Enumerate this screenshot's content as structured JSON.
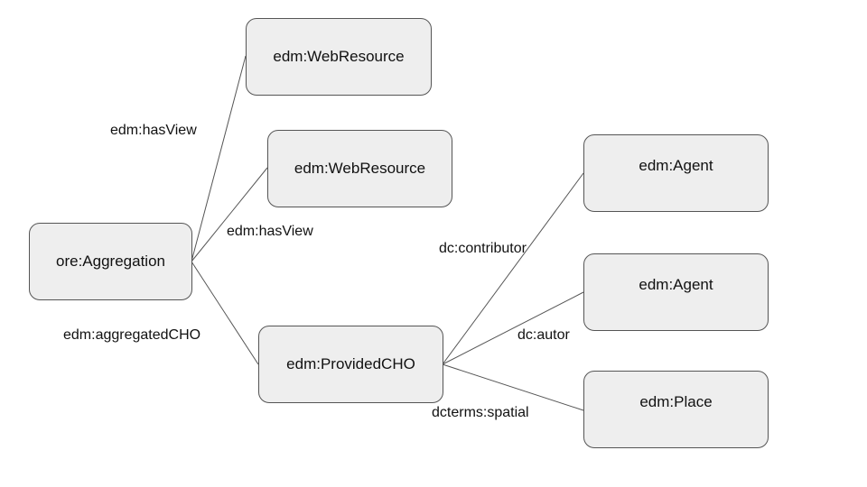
{
  "nodes": {
    "aggregation": "ore:Aggregation",
    "web_resource_1": "edm:WebResource",
    "web_resource_2": "edm:WebResource",
    "provided_cho": "edm:ProvidedCHO",
    "agent_1": "edm:Agent",
    "agent_2": "edm:Agent",
    "place": "edm:Place"
  },
  "edges": {
    "has_view_1": "edm:hasView",
    "has_view_2": "edm:hasView",
    "aggregated_cho": "edm:aggregatedCHO",
    "contributor": "dc:contributor",
    "autor": "dc:autor",
    "spatial": "dcterms:spatial"
  },
  "colors": {
    "node_fill": "#eeeeee",
    "node_border": "#555555",
    "line": "#555555"
  }
}
